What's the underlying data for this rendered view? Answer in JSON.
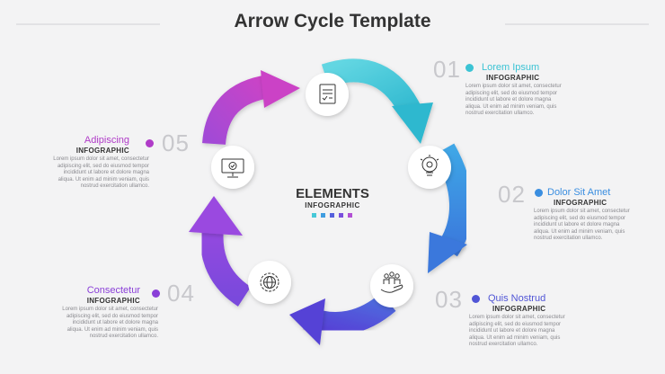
{
  "title": "Arrow Cycle Template",
  "center": {
    "title": "ELEMENTS",
    "subtitle": "INFOGRAPHIC",
    "swatches": [
      "#46c8d8",
      "#3f9de0",
      "#5560dc",
      "#7a4fdc",
      "#b250d4"
    ]
  },
  "colors": {
    "step1": "#3bc3d4",
    "step2": "#3a8ee0",
    "step3": "#5055d6",
    "step4": "#8a3fd8",
    "step5": "#b03cc8"
  },
  "steps": [
    {
      "number": "01",
      "title": "Lorem Ipsum",
      "subtitle": "INFOGRAPHIC",
      "icon": "document-checklist-icon",
      "description": "Lorem ipsum dolor sit amet, consectetur adipiscing elit, sed do eiusmod tempor incididunt ut labore et dolore magna aliqua. Ut enim ad minim veniam, quis nostrud exercitation ullamco."
    },
    {
      "number": "02",
      "title": "Dolor Sit Amet",
      "subtitle": "INFOGRAPHIC",
      "icon": "lightbulb-gear-icon",
      "description": "Lorem ipsum dolor sit amet, consectetur adipiscing elit, sed do eiusmod tempor incididunt ut labore et dolore magna aliqua. Ut enim ad minim veniam, quis nostrud exercitation ullamco."
    },
    {
      "number": "03",
      "title": "Quis Nostrud",
      "subtitle": "INFOGRAPHIC",
      "icon": "hand-people-icon",
      "description": "Lorem ipsum dolor sit amet, consectetur adipiscing elit, sed do eiusmod tempor incididunt ut labore et dolore magna aliqua. Ut enim ad minim veniam, quis nostrud exercitation ullamco."
    },
    {
      "number": "04",
      "title": "Consectetur",
      "subtitle": "INFOGRAPHIC",
      "icon": "globe-gear-icon",
      "description": "Lorem ipsum dolor sit amet, consectetur adipiscing elit, sed do eiusmod tempor incididunt ut labore et dolore magna aliqua. Ut enim ad minim veniam, quis nostrud exercitation ullamco."
    },
    {
      "number": "05",
      "title": "Adipiscing",
      "subtitle": "INFOGRAPHIC",
      "icon": "monitor-check-icon",
      "description": "Lorem ipsum dolor sit amet, consectetur adipiscing elit, sed do eiusmod tempor incididunt ut labore et dolore magna aliqua. Ut enim ad minim veniam, quis nostrud exercitation ullamco."
    }
  ]
}
